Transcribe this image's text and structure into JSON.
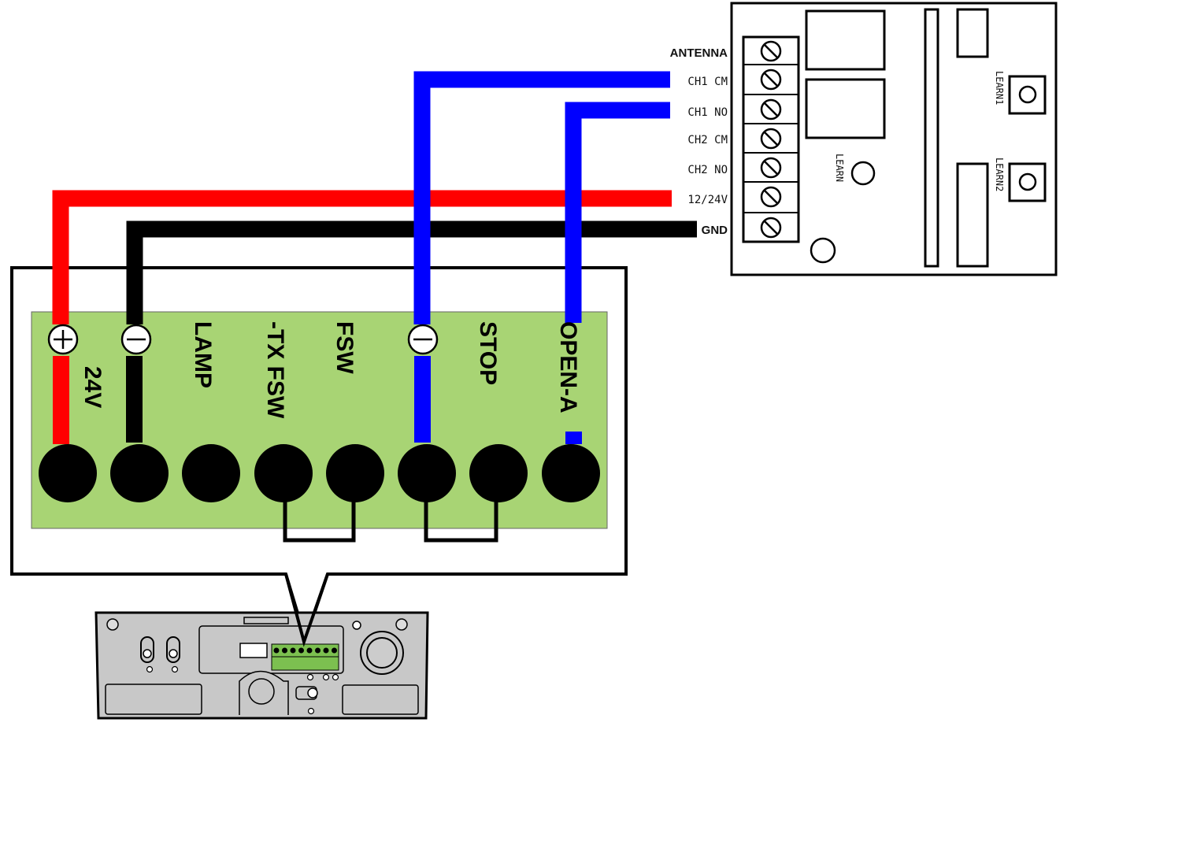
{
  "receiver": {
    "terminals": [
      "ANTENNA",
      "CH1 CM",
      "CH1 NO",
      "CH2 CM",
      "CH2 NO",
      "12/24V",
      "GND"
    ],
    "learn_label": "LEARN",
    "learn1_label": "LEARN1",
    "learn2_label": "LEARN2"
  },
  "board": {
    "terminal_labels": [
      "24V",
      "LAMP",
      "-TX FSW",
      "FSW",
      "STOP",
      "OPEN-A"
    ],
    "plus_symbol": "+",
    "minus_symbol": "−"
  },
  "colors": {
    "wire_power": "#ff0000",
    "wire_ground": "#000000",
    "wire_signal": "#0000ff",
    "board_green": "#a8d474",
    "controller_gray": "#c8c8c8"
  }
}
